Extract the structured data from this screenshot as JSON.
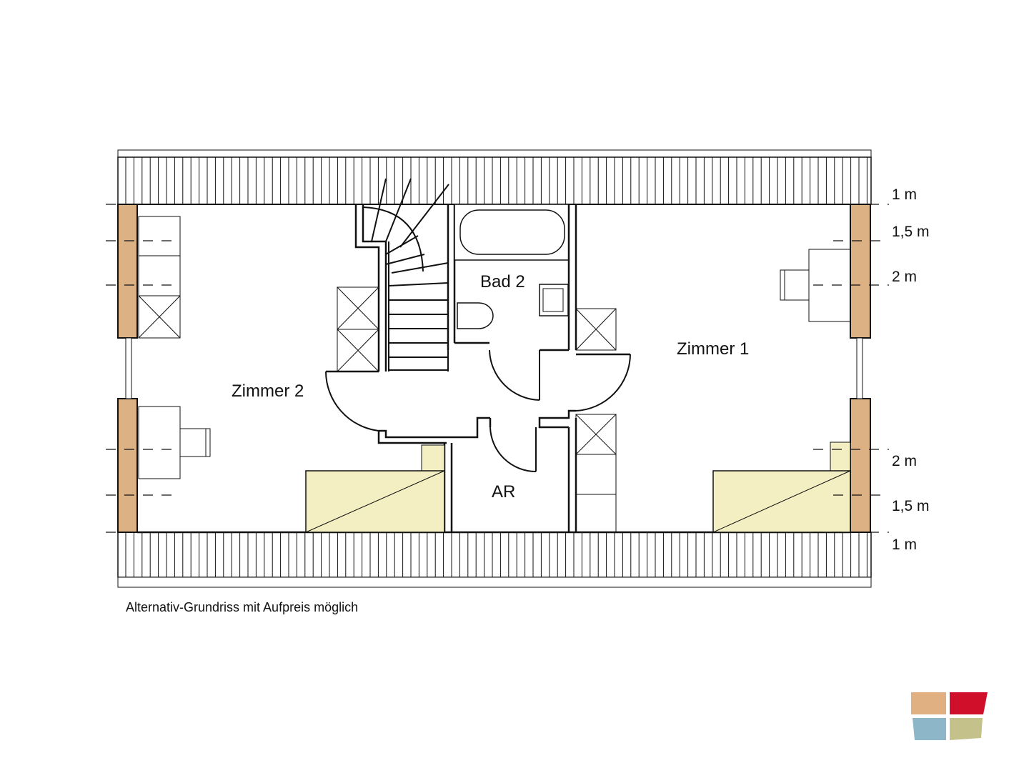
{
  "plan": {
    "rooms": {
      "bad": "Bad 2",
      "zimmer1": "Zimmer 1",
      "zimmer2": "Zimmer 2",
      "ar": "AR"
    },
    "heights_upper": [
      "1 m",
      "1,5 m",
      "2 m"
    ],
    "heights_lower": [
      "2 m",
      "1,5 m",
      "1 m"
    ],
    "caption": "Alternativ-Grundriss mit Aufpreis möglich"
  },
  "colors": {
    "window": "#dcb183",
    "furniture_yellow": "#f4efc2",
    "logo": [
      "#e0b083",
      "#d0102a",
      "#8db6c8",
      "#c4c28a"
    ]
  }
}
